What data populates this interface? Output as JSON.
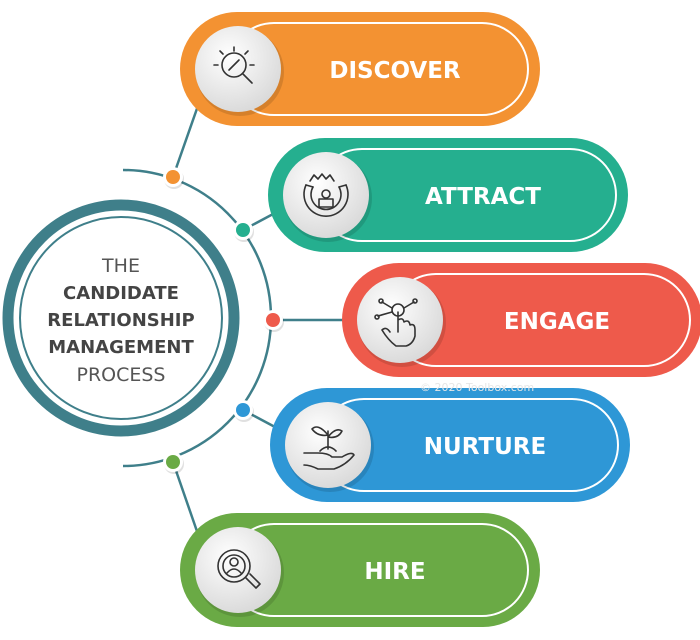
{
  "center": {
    "line1": "THE",
    "line2": "CANDIDATE",
    "line3": "RELATIONSHIP",
    "line4": "MANAGEMENT",
    "line5": "PROCESS",
    "ring_color": "#3F7F8A"
  },
  "steps": [
    {
      "label": "DISCOVER",
      "color": "#F39232",
      "icon": "compass-magnifier-icon"
    },
    {
      "label": "ATTRACT",
      "color": "#25AF8F",
      "icon": "magnet-candidate-icon"
    },
    {
      "label": "ENGAGE",
      "color": "#EE5A4B",
      "icon": "touch-hand-icon"
    },
    {
      "label": "NURTURE",
      "color": "#2E97D6",
      "icon": "hand-plant-icon"
    },
    {
      "label": "HIRE",
      "color": "#6AAA45",
      "icon": "person-search-icon"
    }
  ],
  "watermark": "© 2020 Toolbox.com"
}
